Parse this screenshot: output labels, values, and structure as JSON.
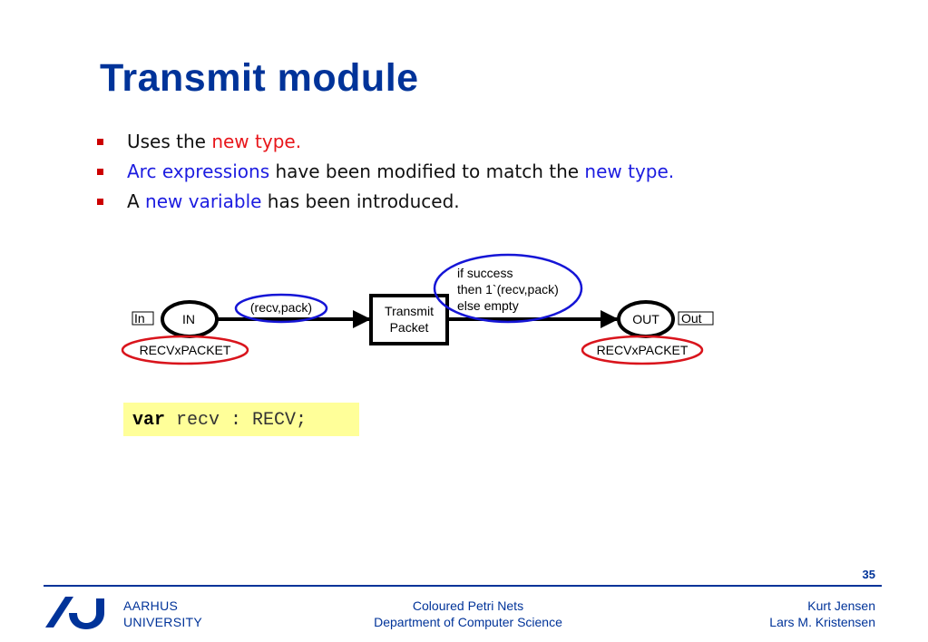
{
  "slide": {
    "title": "Transmit module",
    "page_number": "35"
  },
  "bullets": [
    {
      "parts": [
        {
          "text": "Uses the ",
          "color": "default"
        },
        {
          "text": "new type.",
          "color": "red"
        }
      ]
    },
    {
      "parts": [
        {
          "text": "Arc expressions",
          "color": "blue"
        },
        {
          "text": " have been modified to match the ",
          "color": "default"
        },
        {
          "text": "new type.",
          "color": "blue"
        }
      ]
    },
    {
      "parts": [
        {
          "text": "A ",
          "color": "default"
        },
        {
          "text": "new variable",
          "color": "blue"
        },
        {
          "text": " has been introduced.",
          "color": "default"
        }
      ]
    }
  ],
  "diagram": {
    "place_in": {
      "name": "IN",
      "port": "In",
      "type": "RECVxPACKET"
    },
    "place_out": {
      "name": "OUT",
      "port": "Out",
      "type": "RECVxPACKET"
    },
    "transition": {
      "line1": "Transmit",
      "line2": "Packet"
    },
    "arc_in": "(recv,pack)",
    "arc_out": {
      "line1": "if success",
      "line2": "then 1`(recv,pack)",
      "line3": "else empty"
    },
    "highlight_colors": {
      "red": "#d9141c",
      "blue": "#1515d6"
    }
  },
  "code": {
    "keyword": "var",
    "rest": " recv : RECV;"
  },
  "footer": {
    "university_line1": "AARHUS",
    "university_line2": "UNIVERSITY",
    "course": "Coloured Petri Nets",
    "department": "Department of Computer Science",
    "author1": "Kurt Jensen",
    "author2": "Lars M. Kristensen"
  },
  "colors": {
    "title": "#003399",
    "bullet_marker": "#cc0000",
    "code_background": "#ffff99"
  }
}
